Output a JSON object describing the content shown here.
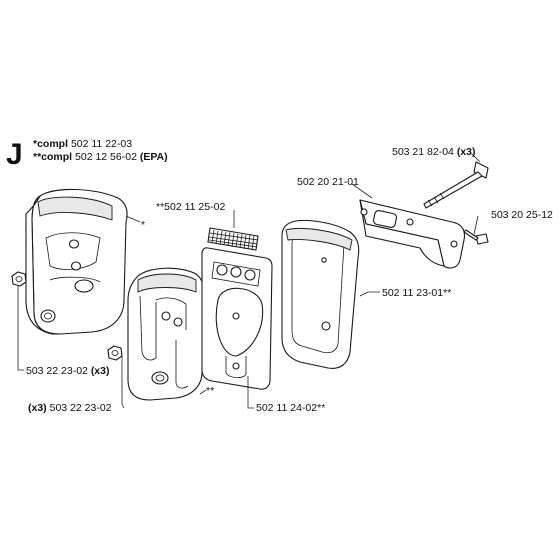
{
  "section": {
    "letter": "J",
    "compl_1_prefix": "*compl",
    "compl_1_number": "502 11 22-03",
    "compl_2_prefix": "**compl",
    "compl_2_number": "502 12 56-02",
    "compl_2_suffix": "(EPA)"
  },
  "labels": {
    "star": "*",
    "double_star": "**",
    "screen": "**502 11 25-02",
    "bracket": "502 20 21-01",
    "bolt_number": "503 21 82-04",
    "bolt_qty": "(x3)",
    "screw_right": "503 20 25-12",
    "gasket_cover": "502 11 23-01**",
    "nut_upper_number": "503 22 23-02",
    "nut_upper_qty": "(x3)",
    "nut_lower_qty": "(x3)",
    "nut_lower_number": "503 22 23-02",
    "plate": "502 11 24-02**"
  }
}
